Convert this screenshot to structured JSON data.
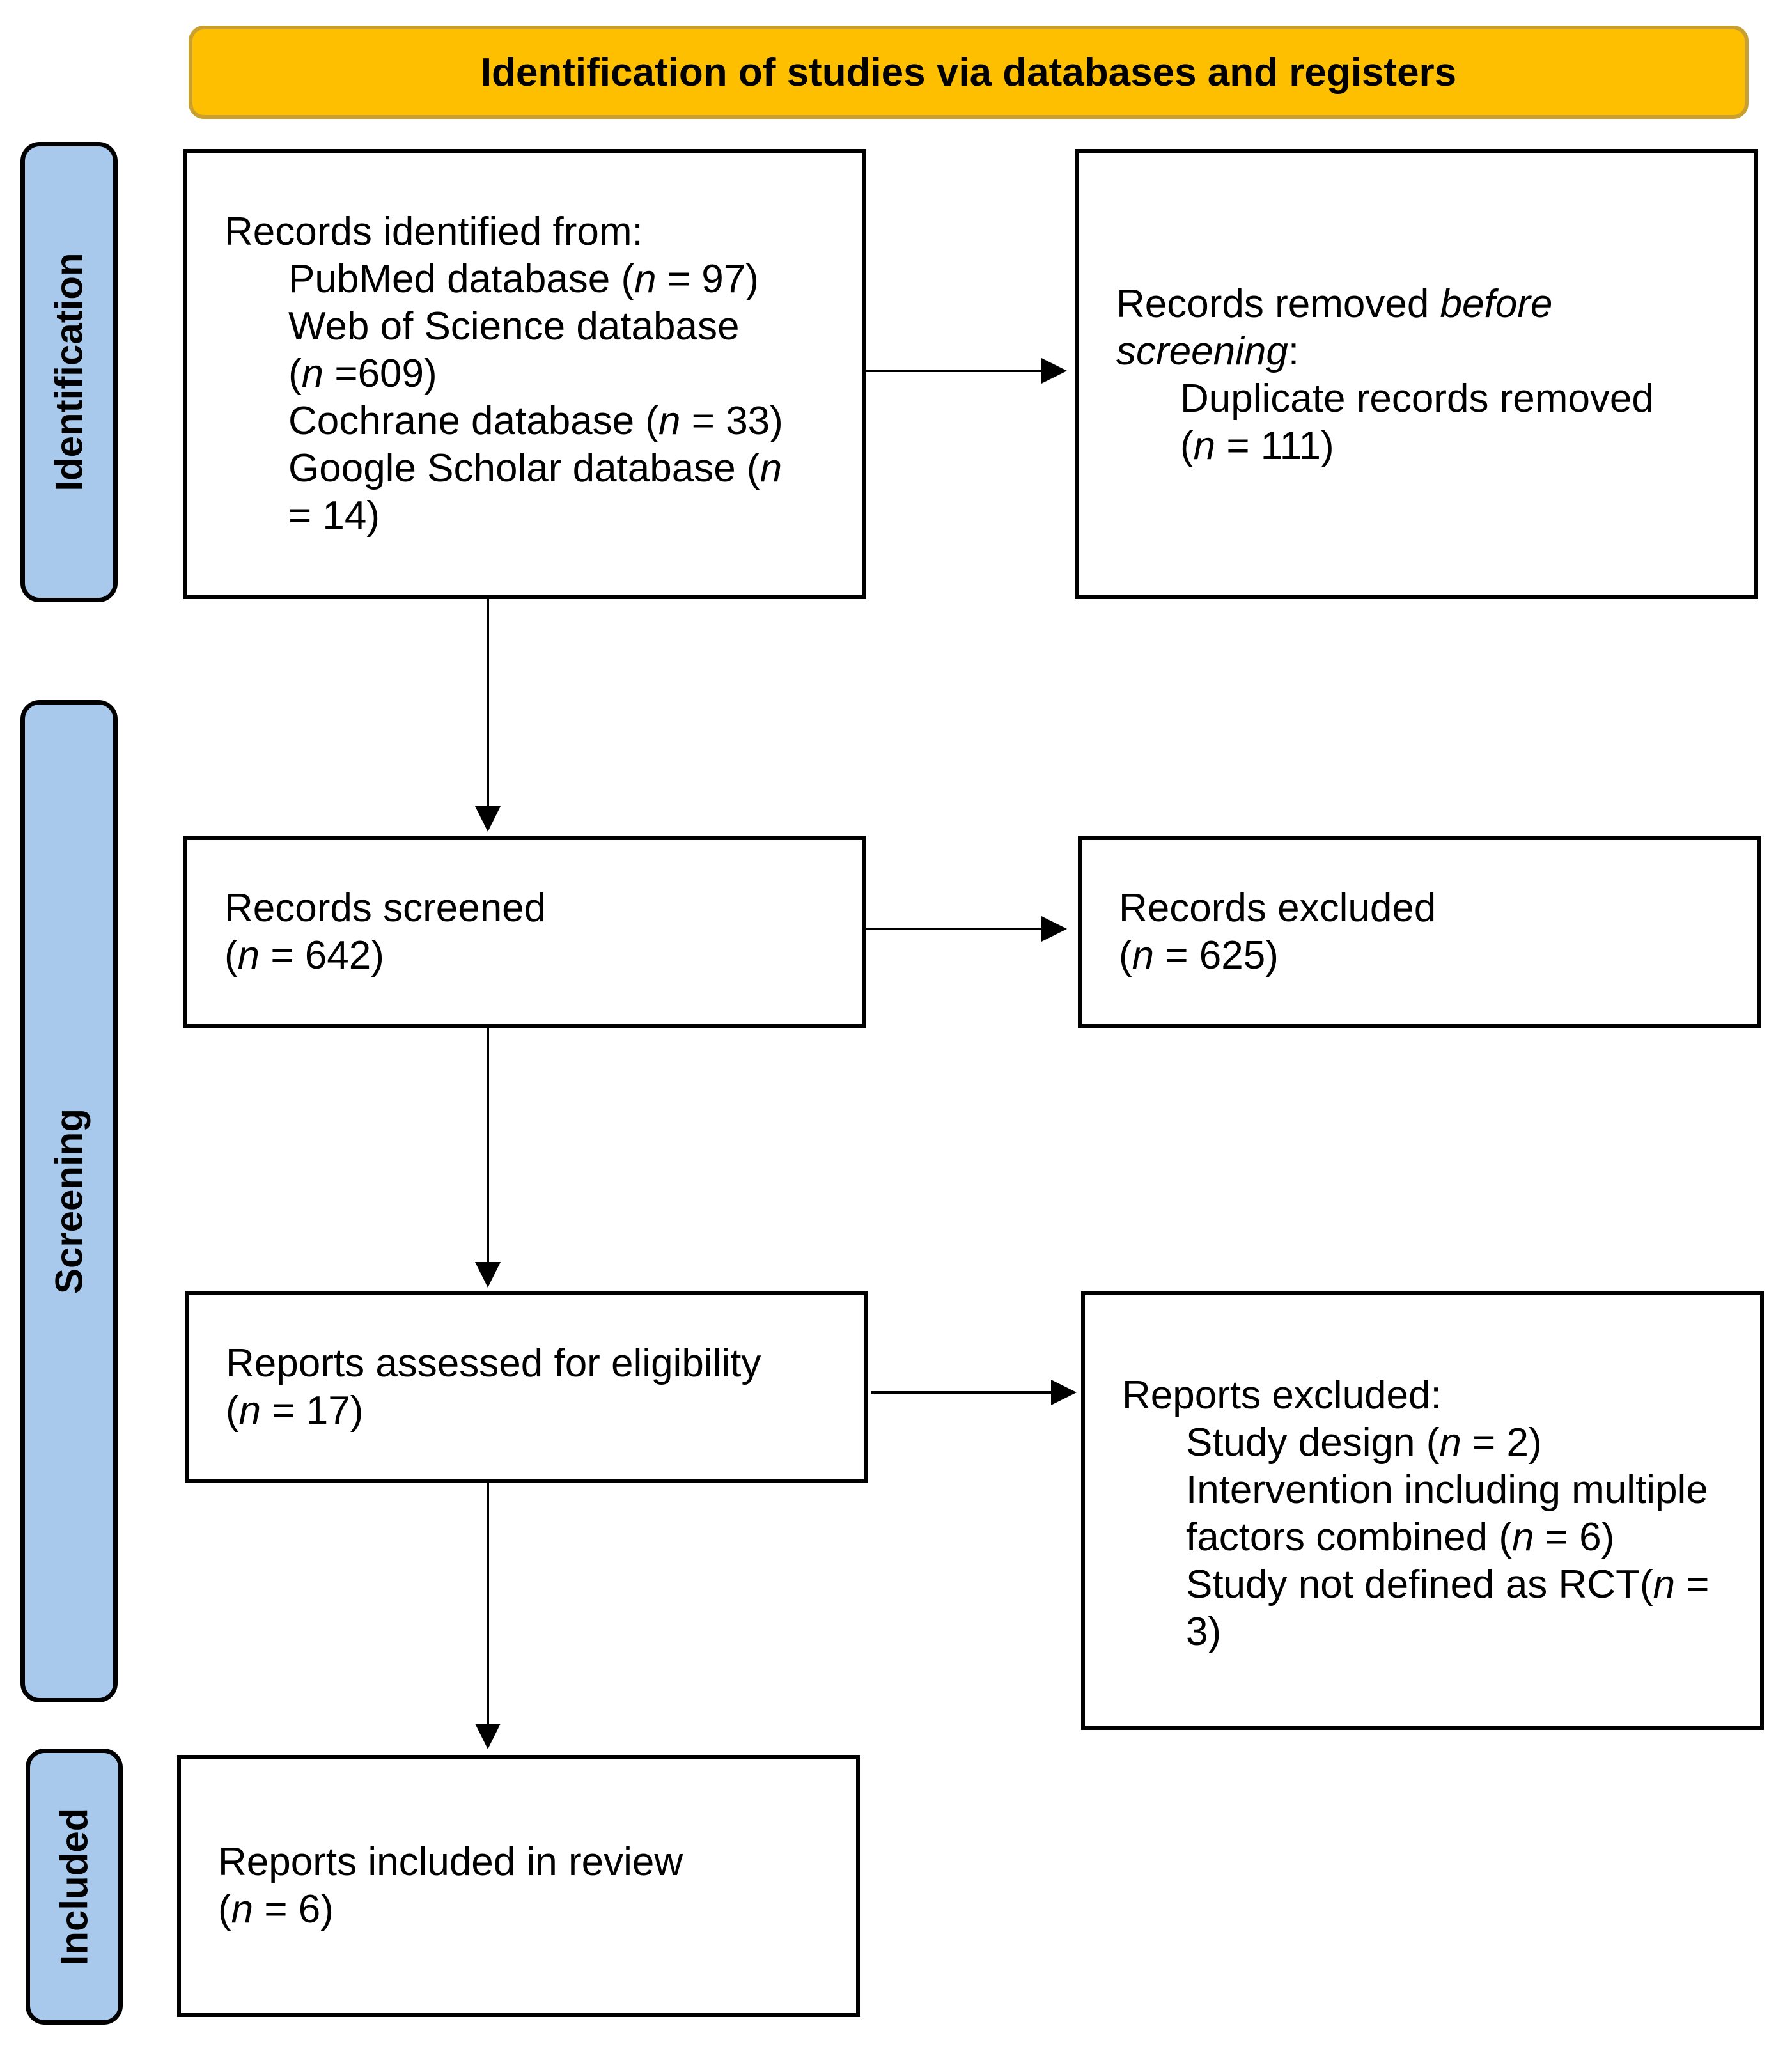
{
  "banner": {
    "title": "Identification of studies via databases and registers"
  },
  "phases": {
    "identification": "Identification",
    "screening": "Screening",
    "included": "Included"
  },
  "boxes": {
    "identified": {
      "heading": "Records identified from:",
      "pubmed_label": "PubMed database (",
      "pubmed_n": "n",
      "pubmed_value": " = 97)",
      "wos_label": "Web of Science database",
      "wos_open": "(",
      "wos_n": "n",
      "wos_value": " =609)",
      "cochrane_label": "Cochrane database (",
      "cochrane_n": "n",
      "cochrane_value": " = 33)",
      "google_label": "Google Scholar database (",
      "google_n": "n",
      "google_value": "= 14)"
    },
    "removed": {
      "heading_text": "Records removed ",
      "heading_italic": "before",
      "heading_italic2": "screening",
      "heading_colon": ":",
      "item_label": "Duplicate records removed",
      "item_open": "(",
      "item_n": "n",
      "item_value": " = 111)"
    },
    "screened": {
      "heading": "Records screened",
      "open": "(",
      "n": "n",
      "value": " = 642)"
    },
    "excluded_records": {
      "heading": "Records excluded",
      "open": "(",
      "n": "n",
      "value": " = 625)"
    },
    "assessed": {
      "heading": "Reports assessed for eligibility",
      "open": "(",
      "n": "n",
      "value": " = 17)"
    },
    "excluded_reports": {
      "heading": "Reports excluded:",
      "design_label": "Study design (",
      "design_n": "n",
      "design_value": " = 2)",
      "intervention_label": "Intervention including multiple",
      "intervention_label2": "factors combined (",
      "intervention_n": "n",
      "intervention_value": " = 6)",
      "rct_label": "Study not defined as RCT(",
      "rct_n": "n",
      "rct_value": " =",
      "rct_value2": "3)"
    },
    "included": {
      "heading": "Reports included in review",
      "open": "(",
      "n": "n",
      "value": " = 6)"
    }
  },
  "colors": {
    "banner_fill": "#FDBF00",
    "banner_border": "#C9A030",
    "phase_fill": "#A8C8EC",
    "line": "#000000"
  }
}
